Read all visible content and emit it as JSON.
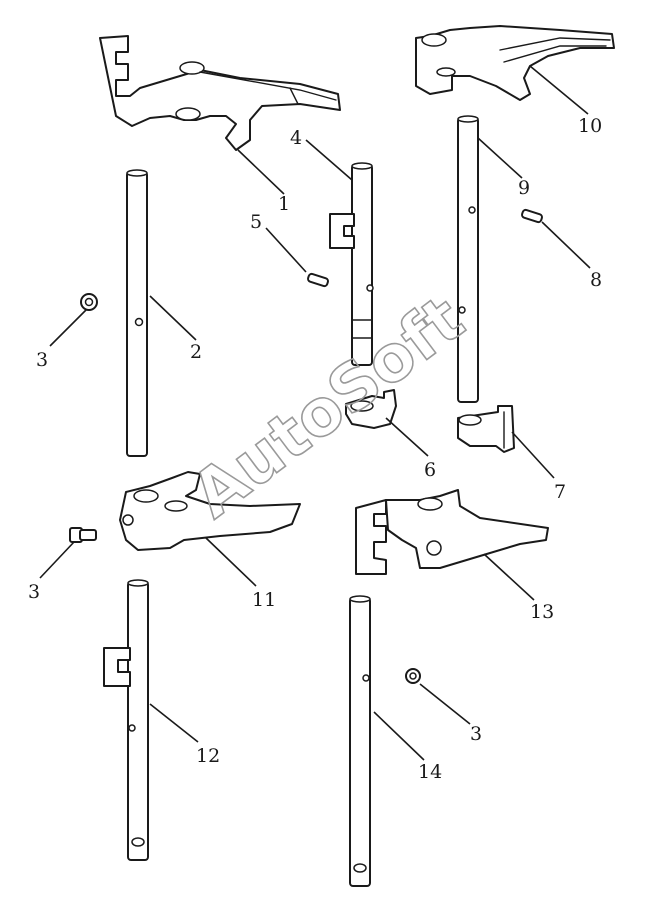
{
  "watermark": "AutoSoft",
  "callouts": {
    "c1": "1",
    "c2": "2",
    "c3a": "3",
    "c3b": "3",
    "c3c": "3",
    "c4": "4",
    "c5": "5",
    "c6": "6",
    "c7": "7",
    "c8": "8",
    "c9": "9",
    "c10": "10",
    "c11": "11",
    "c12": "12",
    "c13": "13",
    "c14": "14"
  }
}
